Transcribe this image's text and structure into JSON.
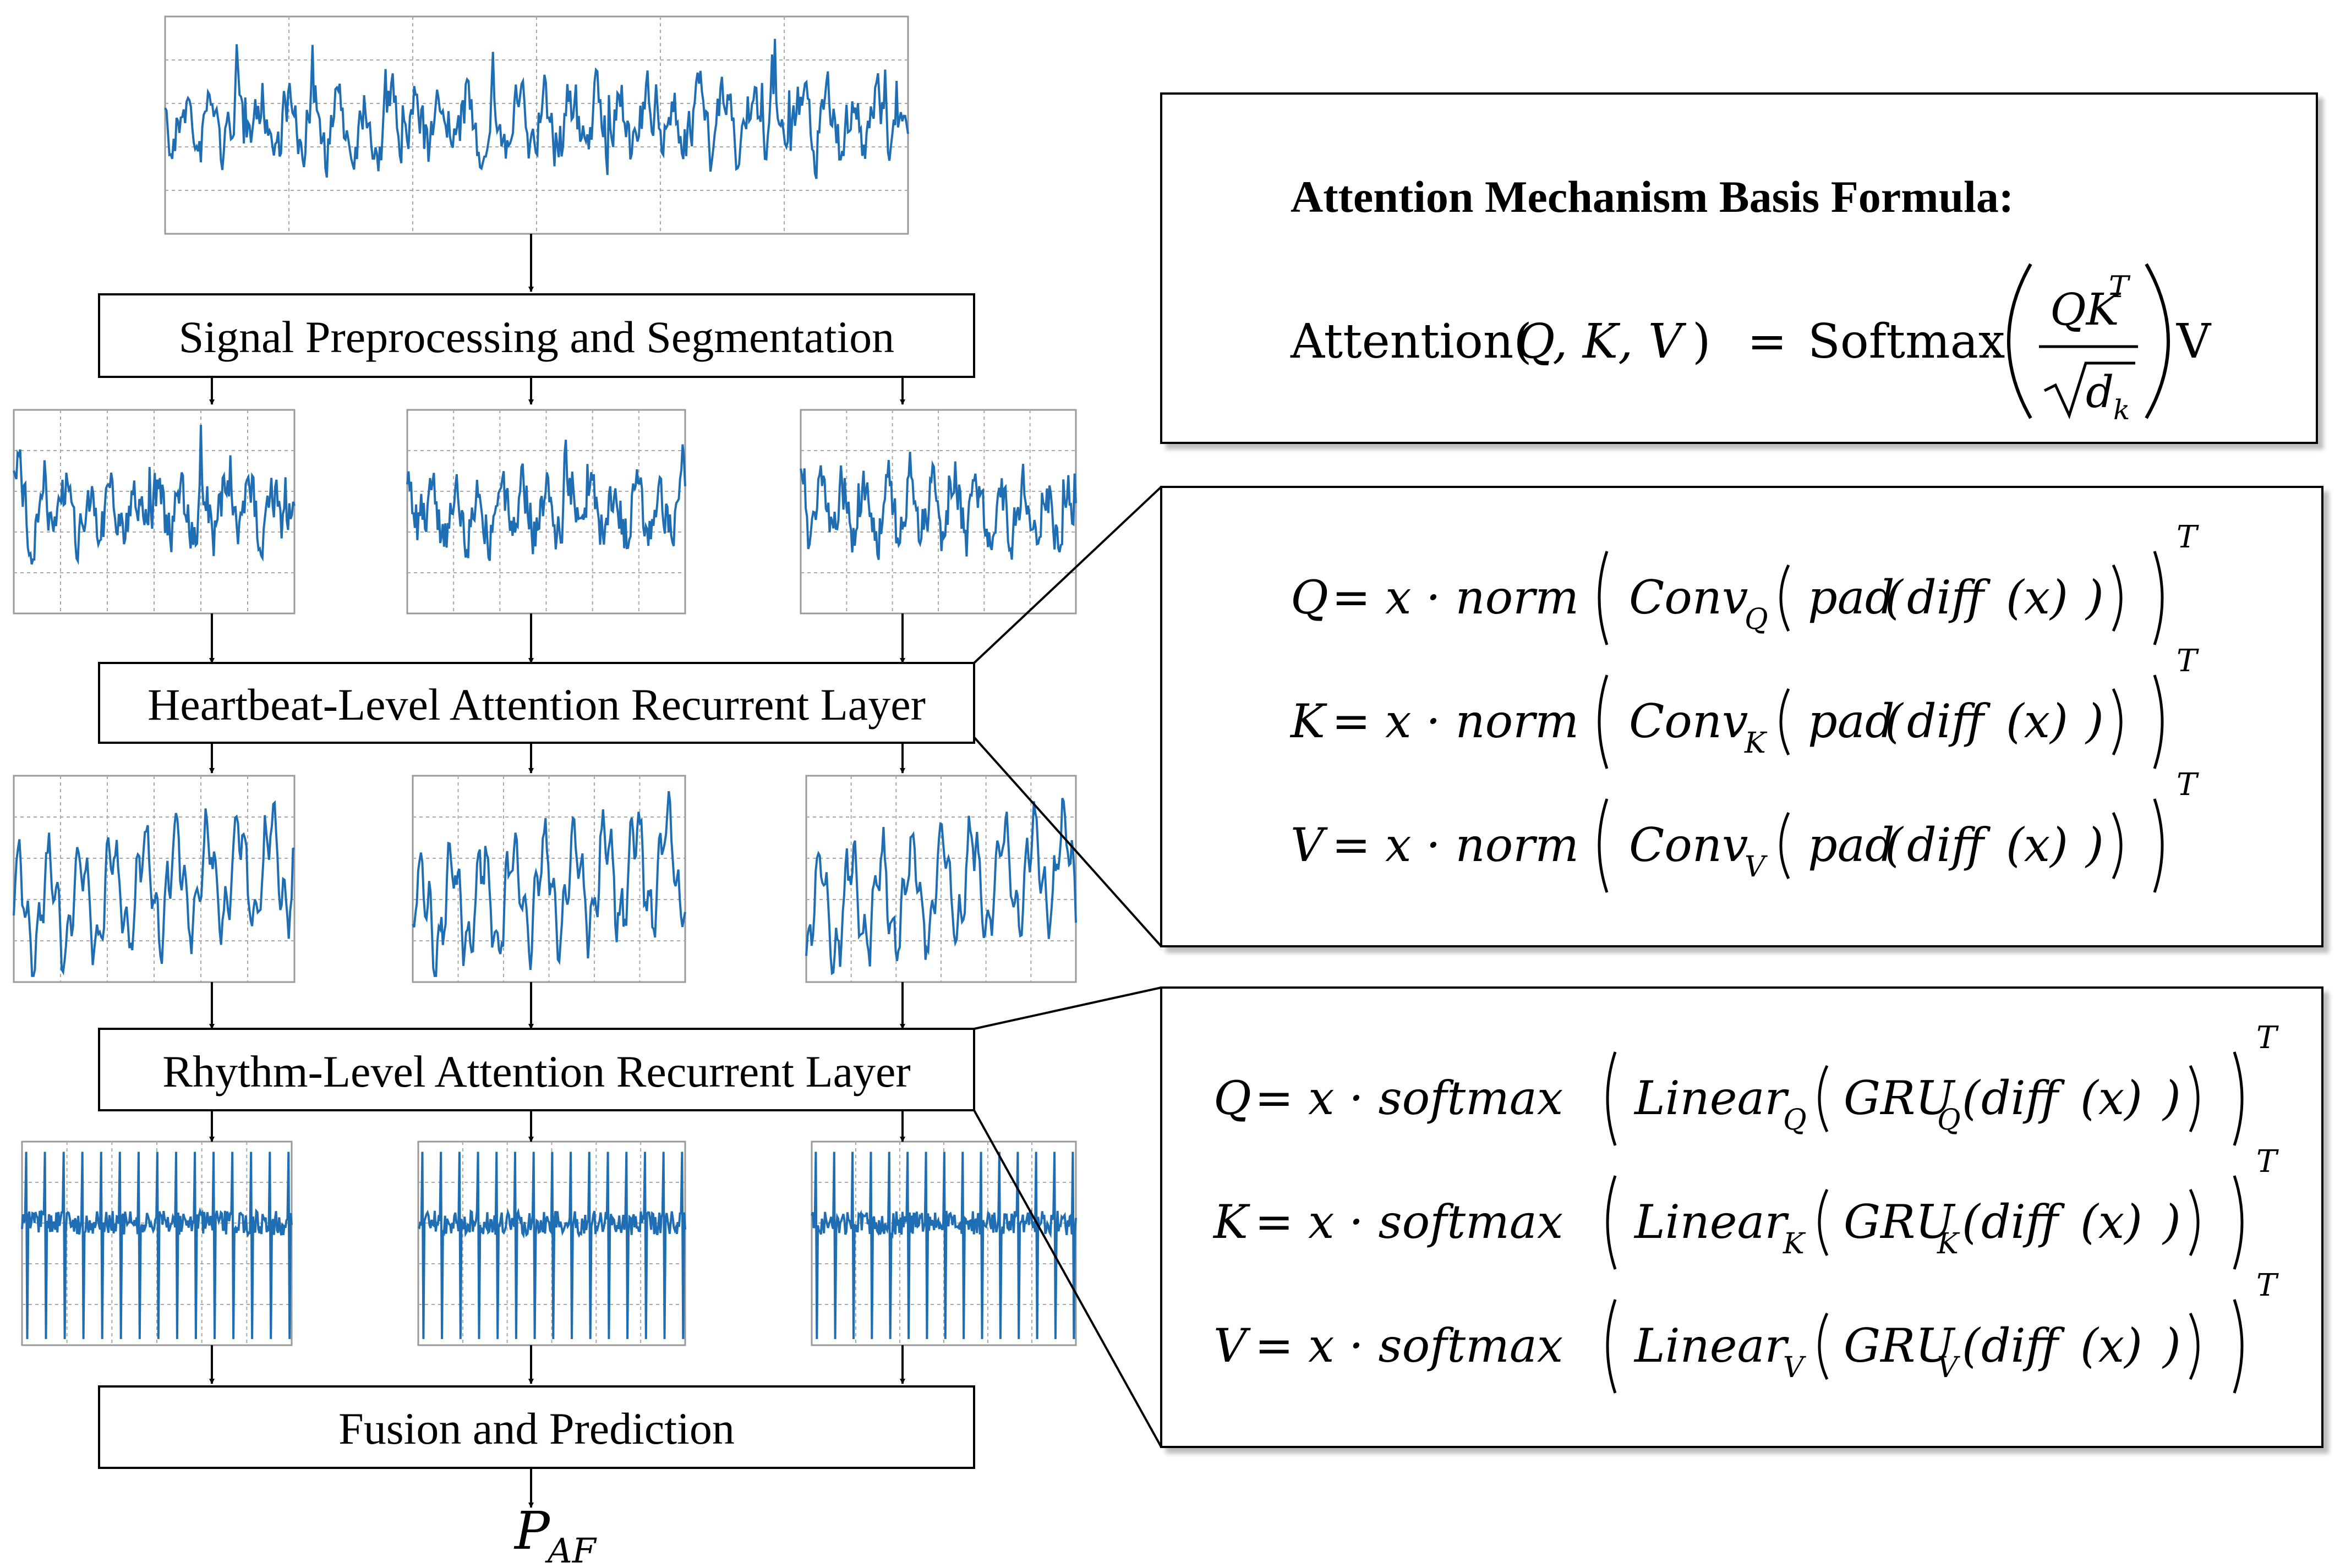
{
  "stages": {
    "preprocess": "Signal Preprocessing and Segmentation",
    "heartbeat": "Heartbeat-Level Attention Recurrent Layer",
    "rhythm": "Rhythm-Level Attention Recurrent Layer",
    "fusion": "Fusion and Prediction"
  },
  "output": {
    "symbol": "P",
    "subscript": "AF"
  },
  "attention_box": {
    "title": "Attention Mechanism Basis Formula:",
    "lhs": "Attention(",
    "args": "Q, K, V",
    "rparen": ")",
    "eq": "=",
    "func": "Softmax",
    "num_q": "QK",
    "num_sup": "T",
    "den_d": "d",
    "den_sub": "k",
    "tail": "V"
  },
  "heartbeat_box": {
    "rows": [
      {
        "lhs": "Q",
        "sub": "Q"
      },
      {
        "lhs": "K",
        "sub": "K"
      },
      {
        "lhs": "V",
        "sub": "V"
      }
    ],
    "eq": "= x · norm",
    "conv": "Conv",
    "pad": "pad",
    "diff": "diff",
    "arg": "(x)",
    "sup": "T"
  },
  "rhythm_box": {
    "rows": [
      {
        "lhs": "Q",
        "sub": "Q"
      },
      {
        "lhs": "K",
        "sub": "K"
      },
      {
        "lhs": "V",
        "sub": "V"
      }
    ],
    "eq": "= x · softmax",
    "linear": "Linear",
    "gru": "GRU",
    "diff": "diff",
    "arg": "(x)",
    "sup": "T"
  },
  "colors": {
    "signal": "#1f6eb4",
    "grid": "#9a9a9a",
    "stroke": "#000000",
    "callout_shadow": "#c8c8c8"
  }
}
